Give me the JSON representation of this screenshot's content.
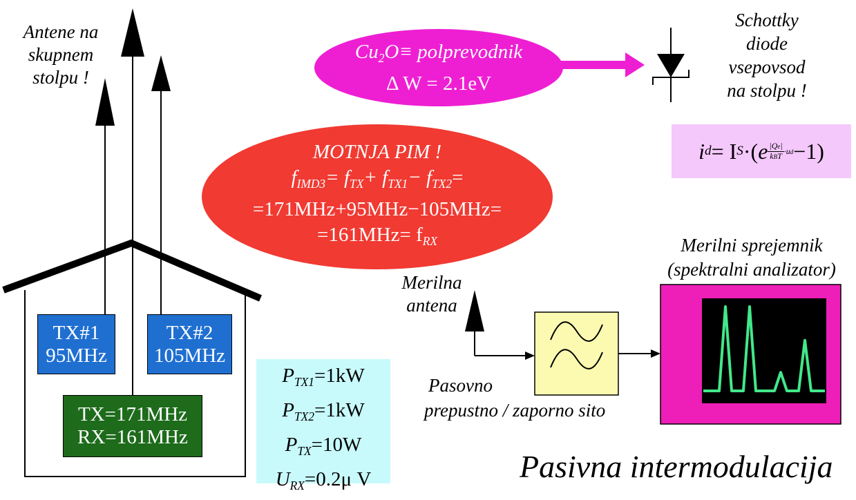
{
  "antenna_caption": [
    "Antene na",
    "skupnem",
    "stolpu !"
  ],
  "transmitters": {
    "tx1": [
      "TX#1",
      "95MHz"
    ],
    "tx2": [
      "TX#2",
      "105MHz"
    ],
    "txrx": [
      "TX=171MHz",
      "RX=161MHz"
    ]
  },
  "powers": {
    "p_tx1": {
      "sym": "P",
      "sub": "TX1",
      "val": "=1kW"
    },
    "p_tx2": {
      "sym": "P",
      "sub": "TX2",
      "val": "=1kW"
    },
    "p_tx": {
      "sym": "P",
      "sub": "TX",
      "val": "=10W"
    },
    "u_rx": {
      "sym": "U",
      "sub": "RX",
      "val": "=0.2μ V"
    }
  },
  "cu2o_bubble": {
    "line1": {
      "a": "Cu",
      "sub": "2",
      "b": "O≡ polprevodnik"
    },
    "line2": "Δ W = 2.1eV"
  },
  "pim_bubble": {
    "title": "MOTNJA   PIM !",
    "line1": {
      "f": "f",
      "s1": "IMD3",
      "f2": "= f",
      "s2": "TX",
      "f3": "+ f",
      "s3": "TX1",
      "f4": "− f",
      "s4": "TX2",
      "end": "="
    },
    "line2": "=171MHz+95MHz−105MHz=",
    "line3": {
      "a": "=161MHz= f",
      "sub": "RX"
    }
  },
  "schottky_caption": [
    "Schottky",
    "diode",
    "vsepovsod",
    "na stolpu !"
  ],
  "diode_equation": {
    "lhs": "i",
    "lhs_sub": "d",
    "eq": "= I",
    "is_sub": "S",
    "dot": "·(",
    "e": "e",
    "exp_num": "|Q",
    "exp_num_sub": "e",
    "exp_den": "k",
    "exp_den_sub": "B",
    "exp_den_end": "T",
    "exp_tail": "·u",
    "exp_tail_sub": "d",
    "end": "−1)"
  },
  "measure_antenna_caption": [
    "Merilna",
    "antena"
  ],
  "receiver_caption": [
    "Merilni sprejemnik",
    "(spektralni analizator)"
  ],
  "filter_caption": [
    "Pasovno",
    "prepustno / zaporno sito"
  ],
  "footer_title": "Pasivna intermodulacija",
  "colors": {
    "tx_blue": "#1f6fd1",
    "tx_green": "#1d6b1b",
    "magenta": "#ee1fd3",
    "red": "#f03a32",
    "power_bg": "#c8fafc",
    "eq_bg": "#f5c8fb",
    "filter_bg": "#fbfab0",
    "analyzer_frame": "#ee1fb8",
    "spectrum": "#42e88a"
  },
  "spectrum": {
    "peak_heights": [
      1.0,
      1.0,
      0.22,
      0.6
    ]
  }
}
